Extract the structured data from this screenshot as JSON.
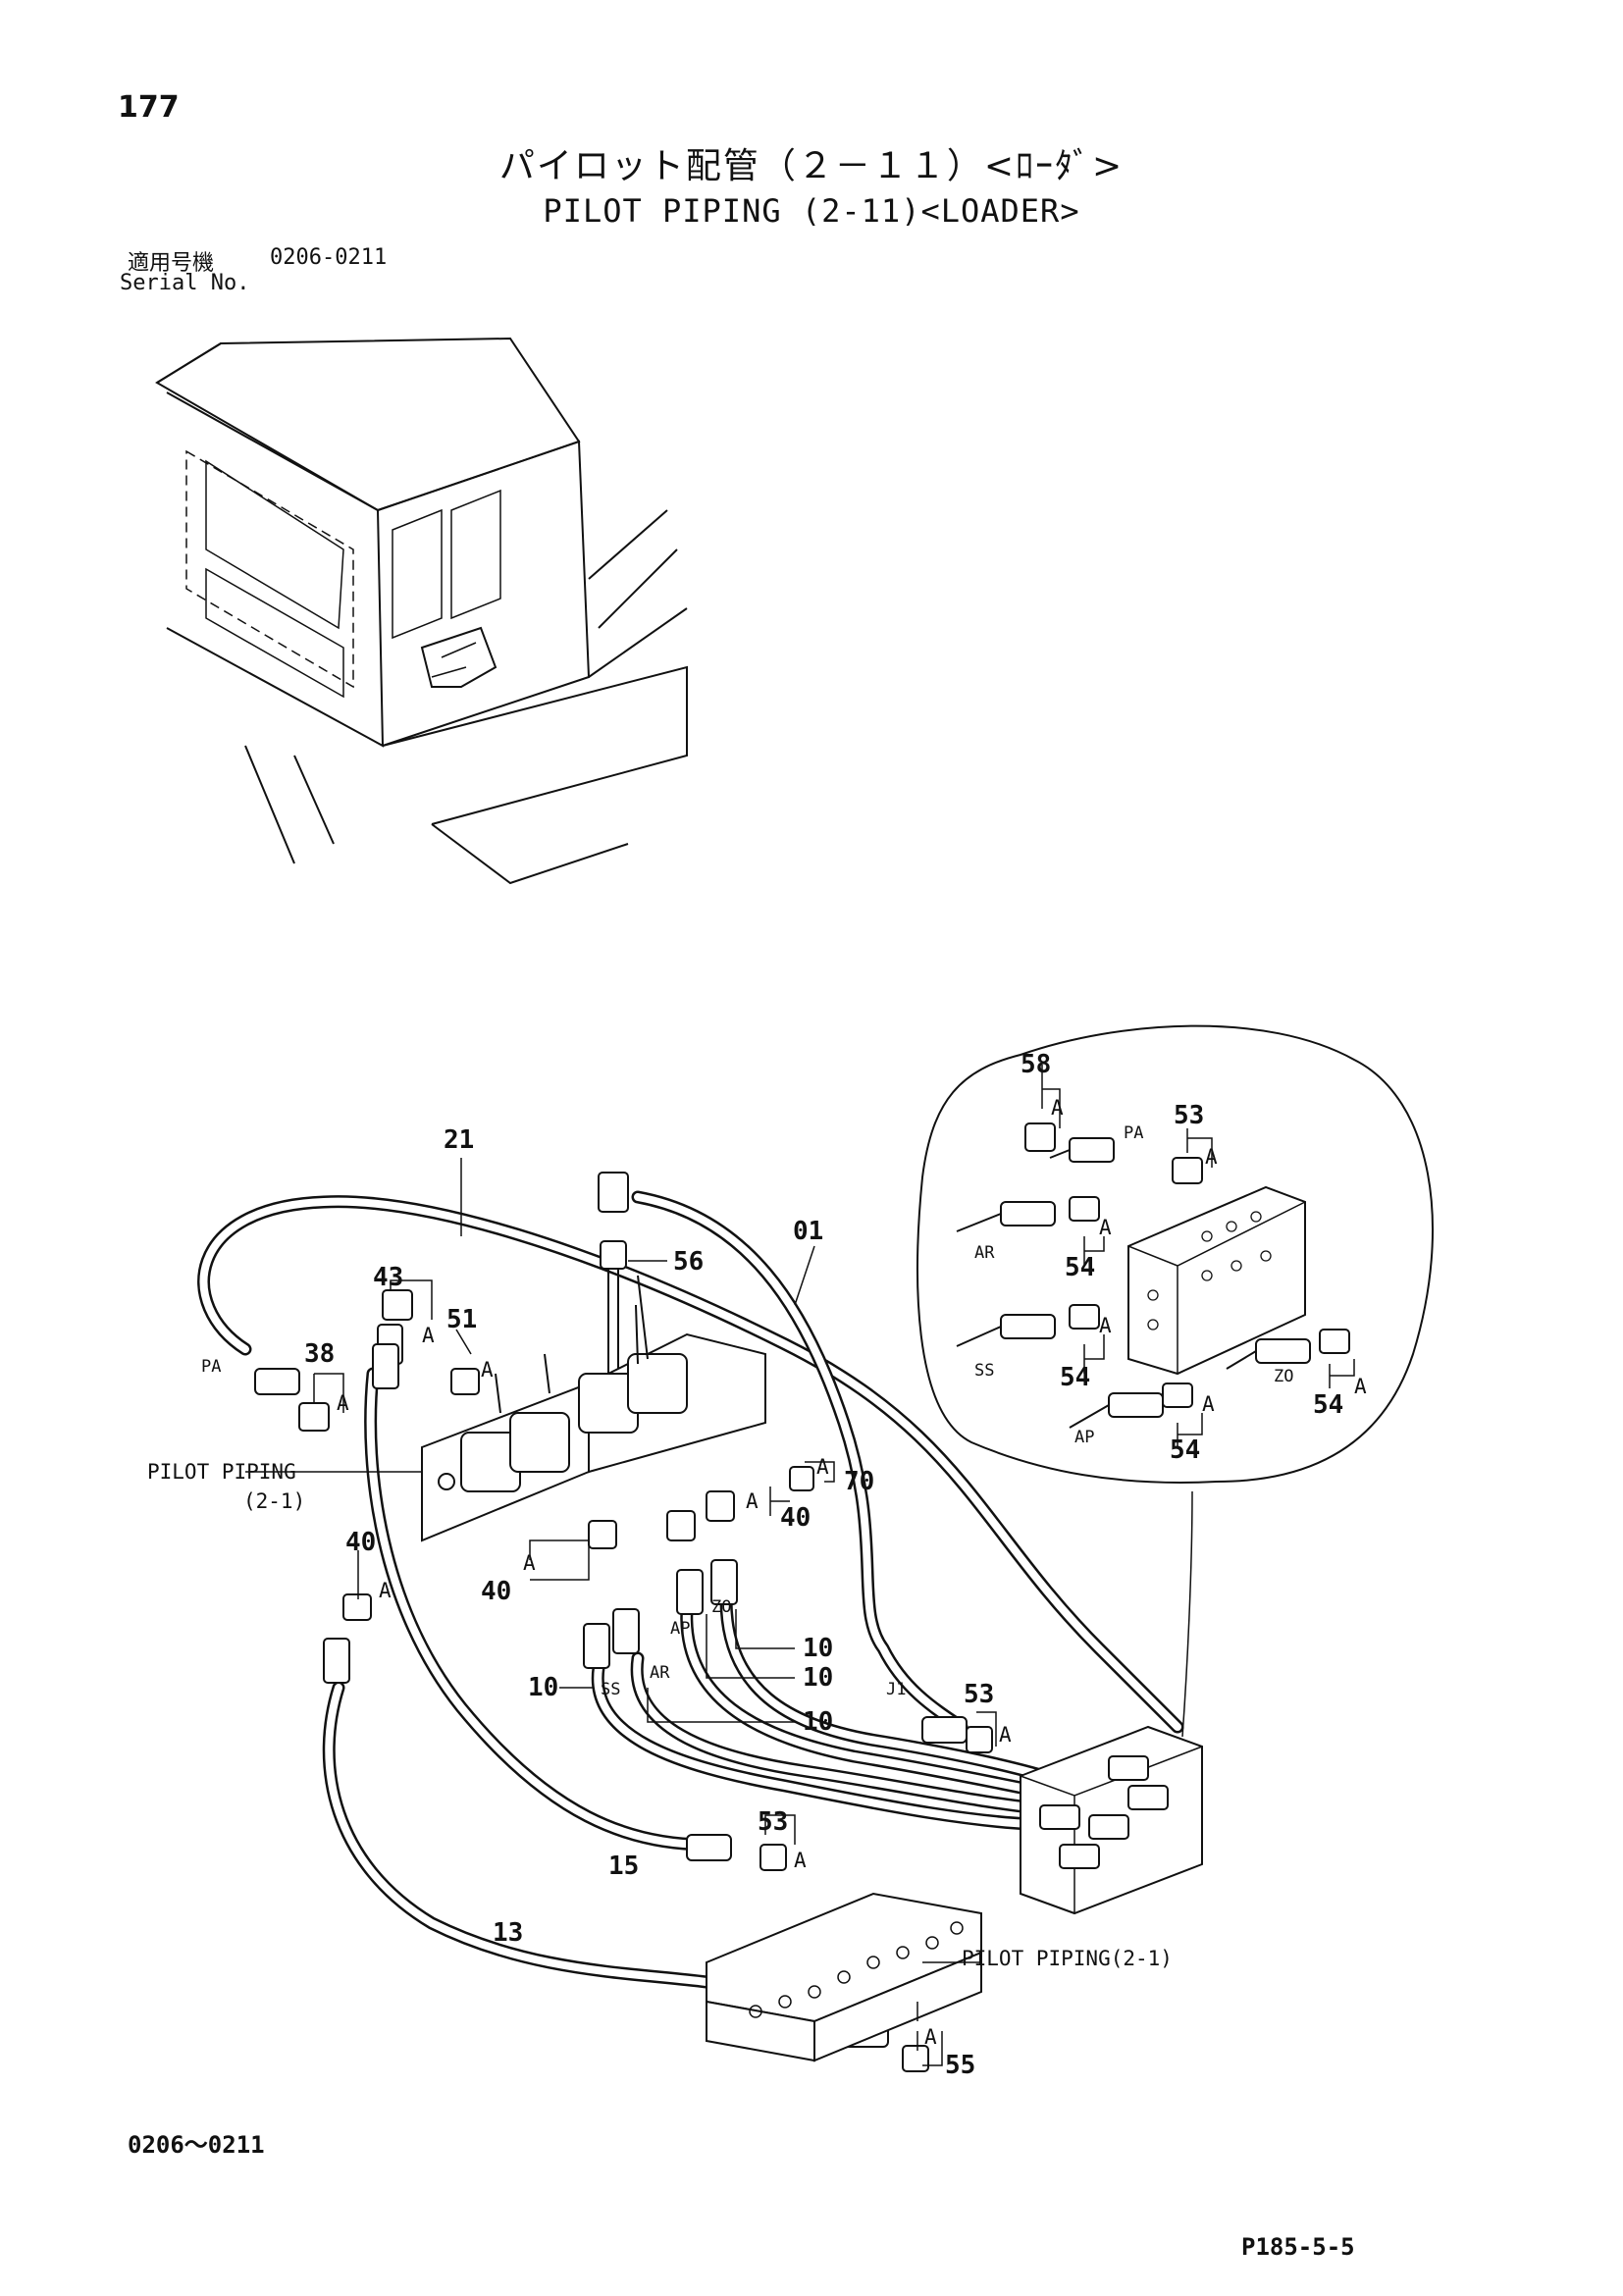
{
  "page": {
    "number": "177",
    "title_jp": "パイロット配管（２－１１）<ﾛｰﾀﾞ>",
    "title_en": "PILOT PIPING (2-11)<LOADER>",
    "serial_label_jp": "適用号機",
    "serial_value": "0206-0211",
    "serial_label_en": "Serial No.",
    "footer_range": "0206～0211",
    "footer_ref": "P185-5-5"
  },
  "callouts": {
    "c21": "21",
    "c01": "01",
    "c56": "56",
    "c43": "43",
    "c51": "51",
    "c38": "38",
    "c70": "70",
    "c40a": "40",
    "c40b": "40",
    "c40c": "40",
    "c10a": "10",
    "c10b": "10",
    "c10c": "10",
    "c10d": "10",
    "c53a": "53",
    "c53b": "53",
    "c53c": "53",
    "c15": "15",
    "c13": "13",
    "c55": "55",
    "c58": "58",
    "c54a": "54",
    "c54b": "54",
    "c54c": "54",
    "c54d": "54"
  },
  "ref_labels": {
    "pilot_piping_left_1": "PILOT PIPING",
    "pilot_piping_left_2": "(2-1)",
    "pilot_piping_right": "PILOT PIPING(2-1)"
  },
  "port_labels": {
    "pa": "PA",
    "ap": "AP",
    "ar": "AR",
    "ss": "SS",
    "zo": "ZO",
    "j1": "J1",
    "det_pa": "PA",
    "det_ar": "AR",
    "det_ss": "SS",
    "det_zo": "ZO",
    "det_ap": "AP"
  },
  "marker": "A"
}
